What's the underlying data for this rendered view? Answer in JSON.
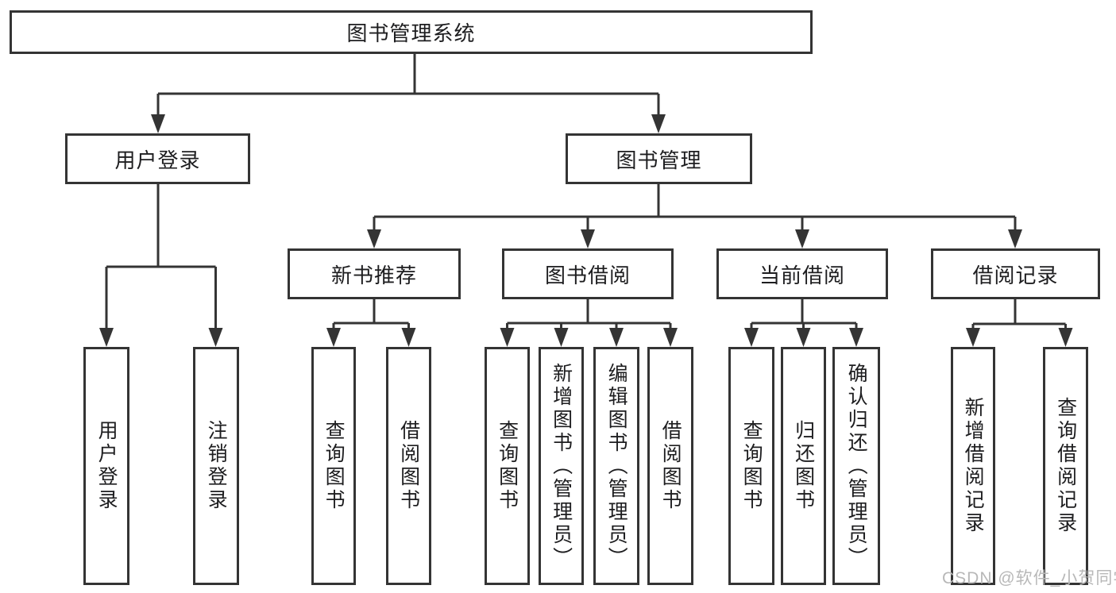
{
  "page": {
    "background": "#ffffff",
    "watermark": {
      "text": "CSDN @软件_小贺同学",
      "color": "#b8b8b8"
    }
  },
  "colors": {
    "line": "#343434",
    "node_border": "#343434",
    "node_text": "#1d1d1f",
    "node_background": "#ffffff"
  },
  "diagram": {
    "type": "hierarchy-tree",
    "root": {
      "label": "图书管理系统"
    },
    "level2": [
      {
        "label": "用户登录",
        "parent": "图书管理系统"
      },
      {
        "label": "图书管理",
        "parent": "图书管理系统"
      }
    ],
    "level3": [
      {
        "label": "新书推荐",
        "parent": "图书管理"
      },
      {
        "label": "图书借阅",
        "parent": "图书管理"
      },
      {
        "label": "当前借阅",
        "parent": "图书管理"
      },
      {
        "label": "借阅记录",
        "parent": "图书管理"
      }
    ],
    "leaves": [
      {
        "label": "用户登录",
        "parent": "用户登录"
      },
      {
        "label": "注销登录",
        "parent": "用户登录"
      },
      {
        "label": "查询图书",
        "parent": "新书推荐"
      },
      {
        "label": "借阅图书",
        "parent": "新书推荐"
      },
      {
        "label": "查询图书",
        "parent": "图书借阅"
      },
      {
        "label": "新增图书（管理员）",
        "parent": "图书借阅"
      },
      {
        "label": "编辑图书（管理员）",
        "parent": "图书借阅"
      },
      {
        "label": "借阅图书",
        "parent": "图书借阅"
      },
      {
        "label": "查询图书",
        "parent": "当前借阅"
      },
      {
        "label": "归还图书",
        "parent": "当前借阅"
      },
      {
        "label": "确认归还（管理员）",
        "parent": "当前借阅"
      },
      {
        "label": "新增借阅记录",
        "parent": "借阅记录"
      },
      {
        "label": "查询借阅记录",
        "parent": "借阅记录"
      }
    ]
  }
}
